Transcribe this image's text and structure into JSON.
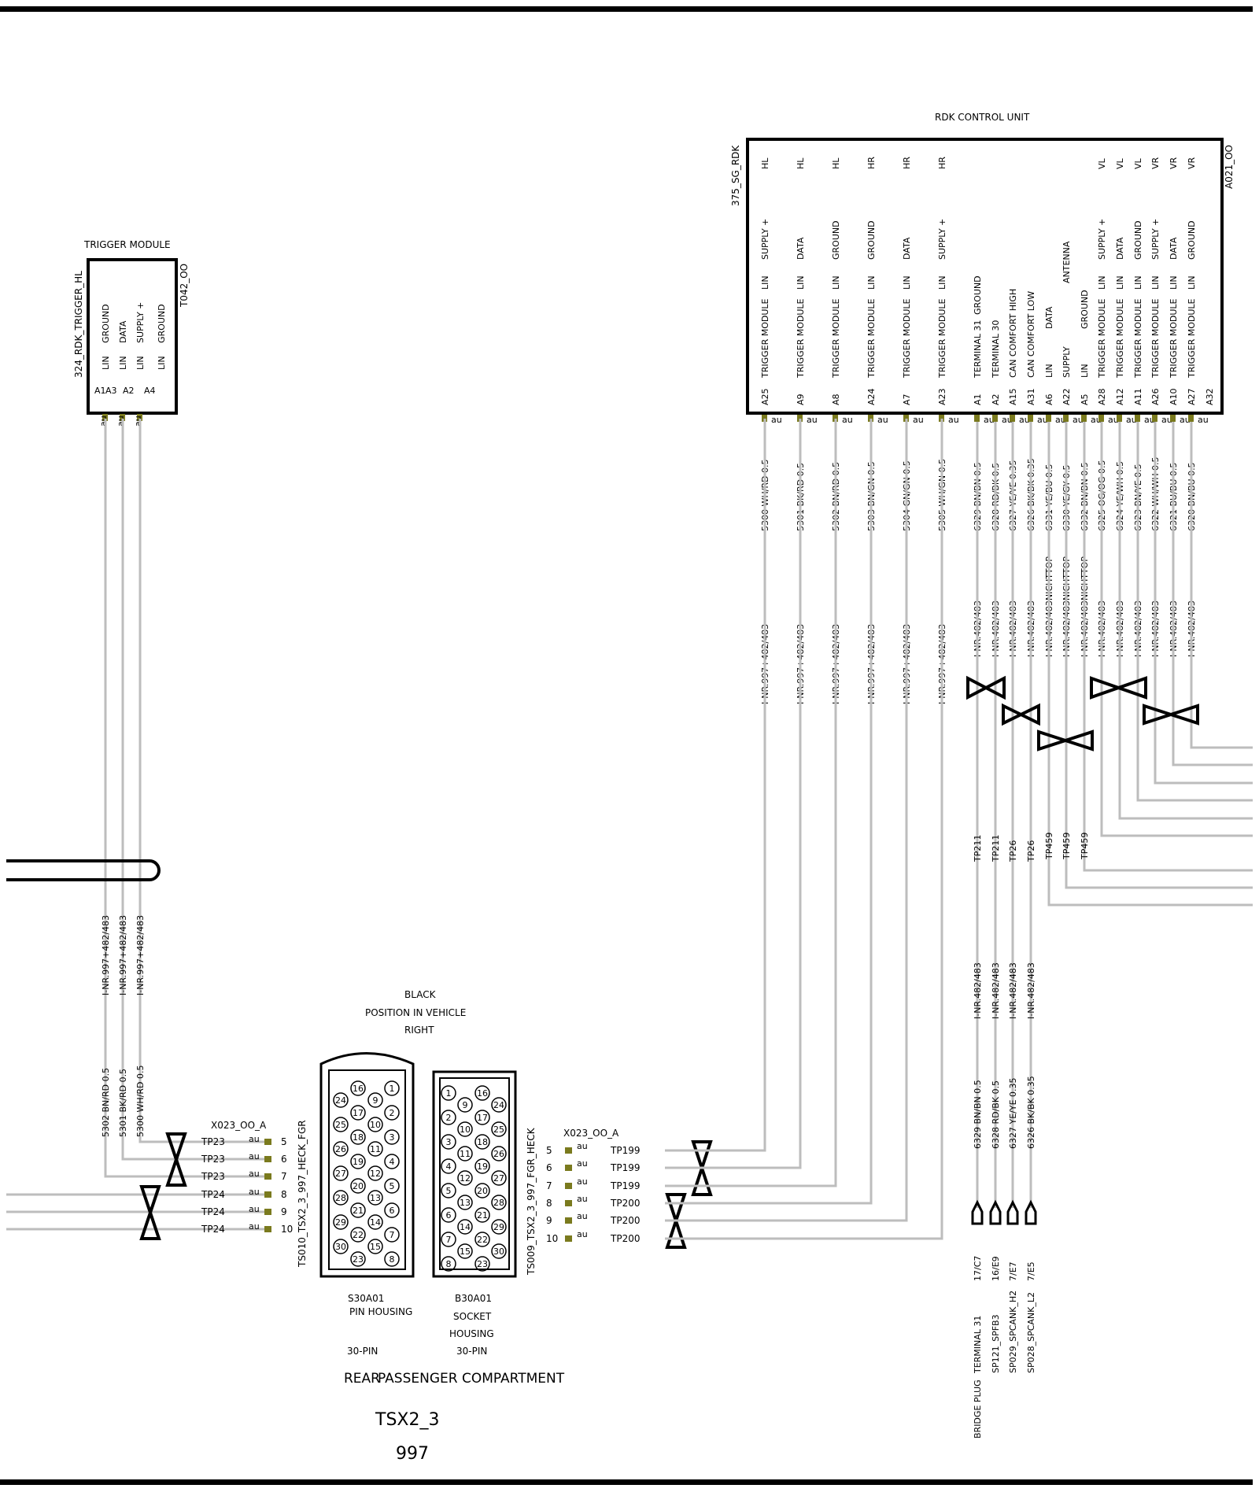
{
  "trigger_module": {
    "title": "TRIGGER MODULE",
    "side_id": "324_RDK_TRIGGER_HL",
    "component_code": "T042_OO",
    "pins": [
      {
        "pin": "A1",
        "type": "LIN",
        "signal": "GROUND"
      },
      {
        "pin": "A3",
        "type": "LIN",
        "signal": "DATA"
      },
      {
        "pin": "A2",
        "type": "LIN",
        "signal": "SUPPLY +"
      },
      {
        "pin": "A4",
        "type": "LIN",
        "signal": "GROUND"
      }
    ],
    "wires": [
      {
        "pin": "A1",
        "ref": "I-NR.997+482/483",
        "wire": "5302 BN/RD 0.5",
        "tp": "TP23",
        "conn_pin": "7"
      },
      {
        "pin": "A3",
        "ref": "I-NR.997+482/483",
        "wire": "5301 BK/RD 0.5",
        "tp": "TP23",
        "conn_pin": "6"
      },
      {
        "pin": "A2",
        "ref": "I-NR.997+482/483",
        "wire": "5300 WH/RD 0.5",
        "tp": "TP23",
        "conn_pin": "5"
      }
    ]
  },
  "rdk_control_unit": {
    "title": "RDK CONTROL UNIT",
    "side_id": "375_SG_RDK",
    "component_code": "A021_OO",
    "pins": [
      {
        "pin": "A25",
        "desc": "TRIGGER MODULE",
        "type": "LIN",
        "signal": "SUPPLY +",
        "pos": "HL",
        "wire": "5300 WH/RD 0.5",
        "ref": "I-NR.997+482/483"
      },
      {
        "pin": "A9",
        "desc": "TRIGGER MODULE",
        "type": "LIN",
        "signal": "DATA",
        "pos": "HL",
        "wire": "5301 BK/RD 0.5",
        "ref": "I-NR.997+482/483"
      },
      {
        "pin": "A8",
        "desc": "TRIGGER MODULE",
        "type": "LIN",
        "signal": "GROUND",
        "pos": "HL",
        "wire": "5302 BN/RD 0.5",
        "ref": "I-NR.997+482/483"
      },
      {
        "pin": "A24",
        "desc": "TRIGGER MODULE",
        "type": "LIN",
        "signal": "GROUND",
        "pos": "HR",
        "wire": "5303 BN/GN 0.5",
        "ref": "I-NR.997+482/483"
      },
      {
        "pin": "A7",
        "desc": "TRIGGER MODULE",
        "type": "LIN",
        "signal": "DATA",
        "pos": "HR",
        "wire": "5304 GN/GN 0.5",
        "ref": "I-NR.997+482/483"
      },
      {
        "pin": "A23",
        "desc": "TRIGGER MODULE",
        "type": "LIN",
        "signal": "SUPPLY +",
        "pos": "HR",
        "wire": "5305 WH/GN 0.5",
        "ref": "I-NR.997+482/483"
      },
      {
        "pin": "A1",
        "desc": "TERMINAL 31",
        "type": "",
        "signal": "GROUND",
        "pos": "",
        "wire": "6329 BN/BN 0.5",
        "ref": "I-NR.482/483"
      },
      {
        "pin": "A2",
        "desc": "TERMINAL 30",
        "type": "",
        "signal": "",
        "pos": "",
        "wire": "6328 RD/BK 0.5",
        "ref": "I-NR.482/483"
      },
      {
        "pin": "A15",
        "desc": "CAN COMFORT HIGH",
        "type": "",
        "signal": "",
        "pos": "",
        "wire": "6327 YE/YE 0.35",
        "ref": "I-NR.482/483"
      },
      {
        "pin": "A31",
        "desc": "CAN COMFORT LOW",
        "type": "",
        "signal": "",
        "pos": "",
        "wire": "6326 BK/BK 0.35",
        "ref": "I-NR.482/483"
      },
      {
        "pin": "A6",
        "desc": "LIN",
        "type": "",
        "signal": "DATA",
        "pos": "",
        "wire": "6331 YE/BU 0.5",
        "ref": "I-NR.482/483NICHTTOP"
      },
      {
        "pin": "A22",
        "desc": "SUPPLY",
        "type": "",
        "signal": "ANTENNA",
        "pos": "",
        "wire": "6330 YE/GY 0.5",
        "ref": "I-NR.482/483NICHTTOP"
      },
      {
        "pin": "A5",
        "desc": "LIN",
        "type": "",
        "signal": "GROUND",
        "pos": "",
        "wire": "6332 BN/BN 0.5",
        "ref": "I-NR.482/483NICHTTOP"
      },
      {
        "pin": "A28",
        "desc": "TRIGGER MODULE",
        "type": "LIN",
        "signal": "SUPPLY +",
        "pos": "VL",
        "wire": "6325 OG/OG 0.5",
        "ref": "I-NR.482/483"
      },
      {
        "pin": "A12",
        "desc": "TRIGGER MODULE",
        "type": "LIN",
        "signal": "DATA",
        "pos": "VL",
        "wire": "6324 YE/WH 0.5",
        "ref": "I-NR.482/483"
      },
      {
        "pin": "A11",
        "desc": "TRIGGER MODULE",
        "type": "LIN",
        "signal": "GROUND",
        "pos": "VL",
        "wire": "6323 BN/YE 0.5",
        "ref": "I-NR.482/483"
      },
      {
        "pin": "A26",
        "desc": "TRIGGER MODULE",
        "type": "LIN",
        "signal": "SUPPLY +",
        "pos": "VR",
        "wire": "6322 WH/WH 0.5",
        "ref": "I-NR.482/483"
      },
      {
        "pin": "A10",
        "desc": "TRIGGER MODULE",
        "type": "LIN",
        "signal": "DATA",
        "pos": "VR",
        "wire": "6321 BU/BU 0.5",
        "ref": "I-NR.482/483"
      },
      {
        "pin": "A27",
        "desc": "TRIGGER MODULE",
        "type": "LIN",
        "signal": "GROUND",
        "pos": "VR",
        "wire": "6320 BN/BU 0.5",
        "ref": "I-NR.482/483"
      },
      {
        "pin": "A32",
        "desc": "",
        "type": "",
        "signal": "",
        "pos": "",
        "wire": "",
        "ref": ""
      }
    ],
    "tp_labels": [
      "TP211",
      "TP211",
      "TP26",
      "TP26",
      "TP459",
      "TP459",
      "TP459"
    ],
    "pin_marker": "au"
  },
  "bridges": [
    {
      "ref": "I-NR.482/483",
      "wire": "6329 BN/BN 0.5",
      "grid": "17/C7",
      "name": "TERMINAL 31",
      "prefix": "BRIDGE PLUG"
    },
    {
      "ref": "I-NR.482/483",
      "wire": "6328 RD/BK 0.5",
      "grid": "16/E9",
      "name": "SP121_SPFB3",
      "prefix": ""
    },
    {
      "ref": "I-NR.482/483",
      "wire": "6327 YE/YE 0.35",
      "grid": "7/E7",
      "name": "SP029_SPCANK_H2",
      "prefix": ""
    },
    {
      "ref": "I-NR.482/483",
      "wire": "6326 BK/BK 0.35",
      "grid": "7/E5",
      "name": "SP028_SPCANK_L2",
      "prefix": ""
    }
  ],
  "left_connector": {
    "name": "X023_OO_A",
    "side_id": "TS010_TSX2_3_997_HECK_FGR",
    "rows": [
      {
        "tp": "TP23",
        "pin": "5"
      },
      {
        "tp": "TP23",
        "pin": "6"
      },
      {
        "tp": "TP23",
        "pin": "7"
      },
      {
        "tp": "TP24",
        "pin": "8"
      },
      {
        "tp": "TP24",
        "pin": "9"
      },
      {
        "tp": "TP24",
        "pin": "10"
      }
    ]
  },
  "right_connector": {
    "name": "X023_OO_A",
    "side_id": "TS009_TSX2_3_997_FGR_HECK",
    "rows": [
      {
        "tp": "TP199",
        "pin": "5"
      },
      {
        "tp": "TP199",
        "pin": "6"
      },
      {
        "tp": "TP199",
        "pin": "7"
      },
      {
        "tp": "TP200",
        "pin": "8"
      },
      {
        "tp": "TP200",
        "pin": "9"
      },
      {
        "tp": "TP200",
        "pin": "10"
      }
    ]
  },
  "connector_info": {
    "color": "BLACK",
    "position_label": "POSITION IN VEHICLE",
    "position": "RIGHT",
    "pin_housing_code": "S30A01",
    "pin_housing_label": "PIN HOUSING",
    "pin_count": "30-PIN",
    "socket_housing_code": "B30A01",
    "socket_label": "SOCKET",
    "housing_label": "HOUSING",
    "socket_pin_count": "30-PIN",
    "rear_label": "REAR",
    "passenger_label": "PASSENGER COMPARTMENT",
    "connector_name": "TSX2_3",
    "model": "997"
  },
  "pin_housing_numbers": {
    "left_col": [
      "24",
      "25",
      "26",
      "27",
      "28",
      "29",
      "30"
    ],
    "mid_col": [
      "16",
      "17",
      "18",
      "19",
      "20",
      "21",
      "22",
      "23"
    ],
    "right_col1": [
      "9",
      "10",
      "11",
      "12",
      "13",
      "14",
      "15"
    ],
    "right_col2": [
      "1",
      "2",
      "3",
      "4",
      "5",
      "6",
      "7",
      "8"
    ],
    "top": [
      "24",
      "16",
      "9",
      "1"
    ],
    "bottom": [
      "30",
      "23",
      "15",
      "8"
    ]
  },
  "socket_housing_numbers": {
    "col1": [
      "1",
      "2",
      "3",
      "4",
      "5",
      "6",
      "7",
      "8"
    ],
    "col2": [
      "9",
      "10",
      "11",
      "12",
      "13",
      "14",
      "15"
    ],
    "col3": [
      "16",
      "17",
      "18",
      "19",
      "20",
      "21",
      "22",
      "23"
    ],
    "col4": [
      "24",
      "25",
      "26",
      "27",
      "28",
      "29",
      "30"
    ],
    "top": [
      "1",
      "9",
      "16",
      "24"
    ],
    "bottom": [
      "8",
      "15",
      "23",
      "30"
    ]
  }
}
